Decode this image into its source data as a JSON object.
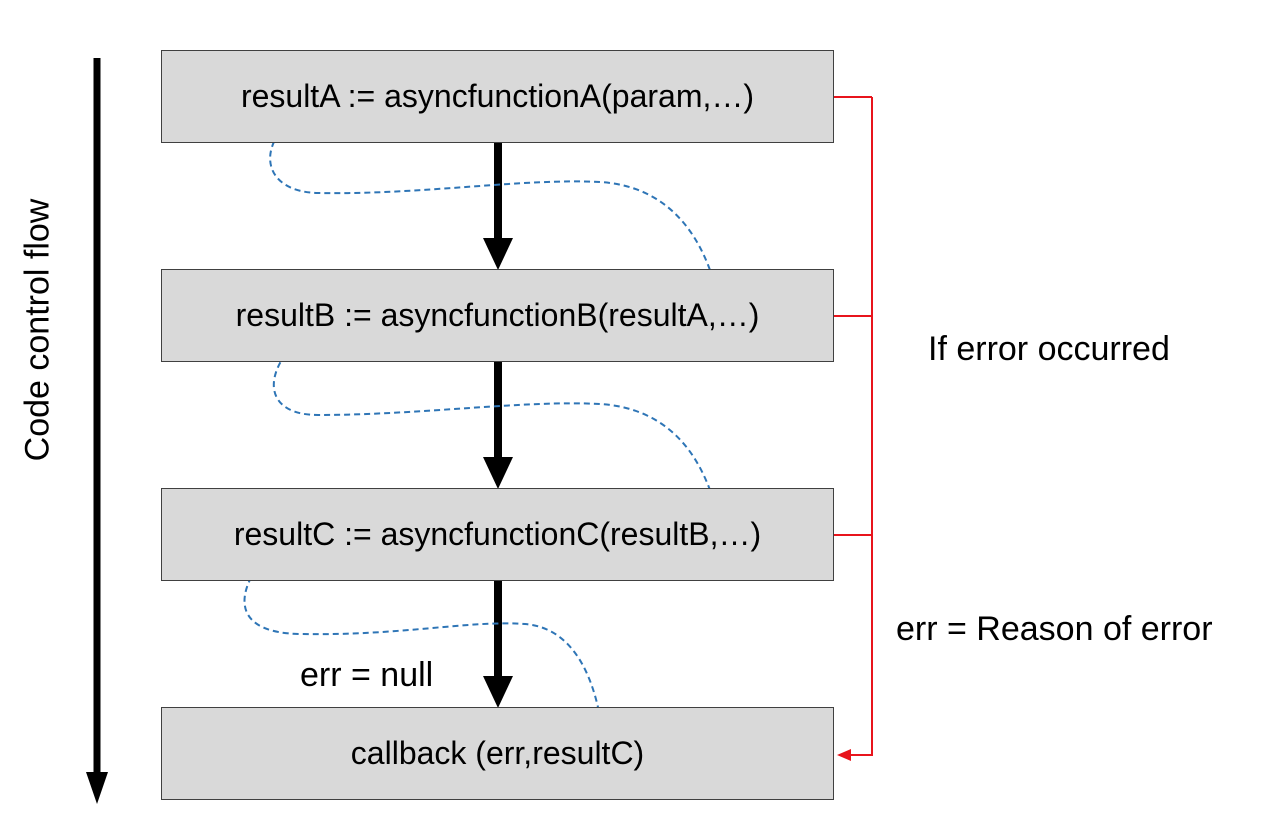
{
  "flow_label": "Code control flow",
  "steps": [
    {
      "text": "resultA := asyncfunctionA(param,…)"
    },
    {
      "text": "resultB := asyncfunctionB(resultA,…)"
    },
    {
      "text": "resultC := asyncfunctionC(resultB,…)"
    },
    {
      "text": "callback (err,resultC)"
    }
  ],
  "error_path_label": "If error occurred",
  "error_value_label": "err = Reason of error",
  "success_value_label": "err = null",
  "colors": {
    "box_fill": "#d9d9d9",
    "box_border": "#404040",
    "main_arrow": "#000000",
    "error_line": "#e8141c",
    "data_flow": "#2e75b6"
  }
}
